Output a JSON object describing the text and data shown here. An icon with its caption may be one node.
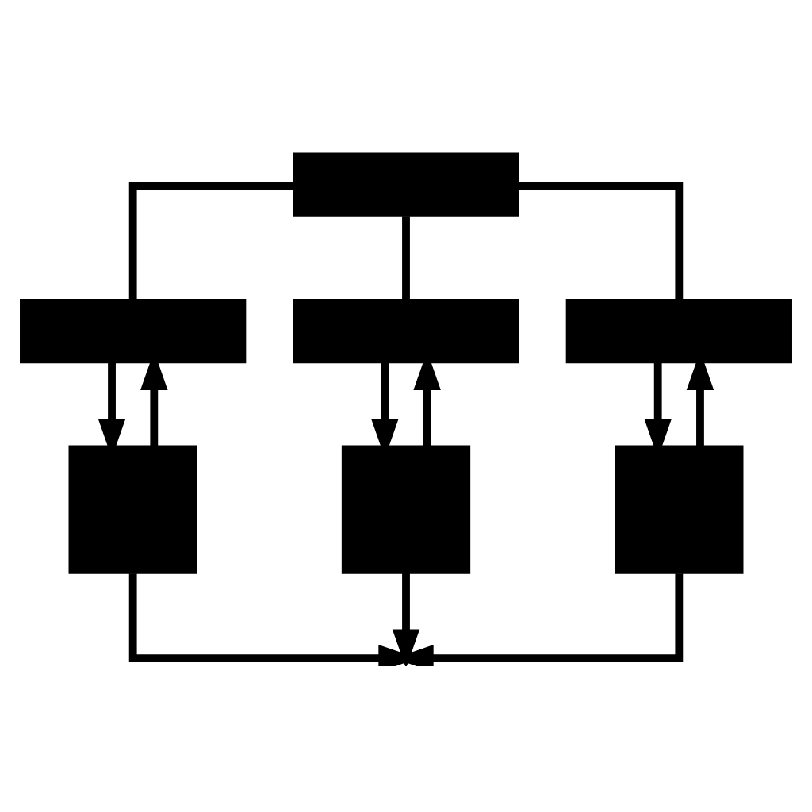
{
  "diagram": {
    "nodes": [
      {
        "text": [],
        "shape": "bar"
      },
      {
        "text": [],
        "shape": "bar"
      },
      {
        "text": [],
        "shape": "bar"
      },
      {
        "text": [],
        "shape": "bar"
      },
      {
        "text": [],
        "shape": "box"
      },
      {
        "text": [],
        "shape": "box"
      },
      {
        "text": [],
        "shape": "box"
      }
    ],
    "edges": [
      {
        "from": 0,
        "to": 1,
        "arrow": "none"
      },
      {
        "from": 0,
        "to": 2,
        "arrow": "none"
      },
      {
        "from": 0,
        "to": 3,
        "arrow": "none"
      },
      {
        "from": 1,
        "to": 4,
        "arrow": "to"
      },
      {
        "from": 4,
        "to": 1,
        "arrow": "to"
      },
      {
        "from": 2,
        "to": 5,
        "arrow": "to"
      },
      {
        "from": 5,
        "to": 2,
        "arrow": "to"
      },
      {
        "from": 3,
        "to": 6,
        "arrow": "to"
      },
      {
        "from": 6,
        "to": 3,
        "arrow": "to"
      },
      {
        "from": 4,
        "to": null,
        "arrow": "to"
      },
      {
        "from": 5,
        "to": null,
        "arrow": "to"
      },
      {
        "from": 6,
        "to": null,
        "arrow": "to"
      }
    ]
  }
}
